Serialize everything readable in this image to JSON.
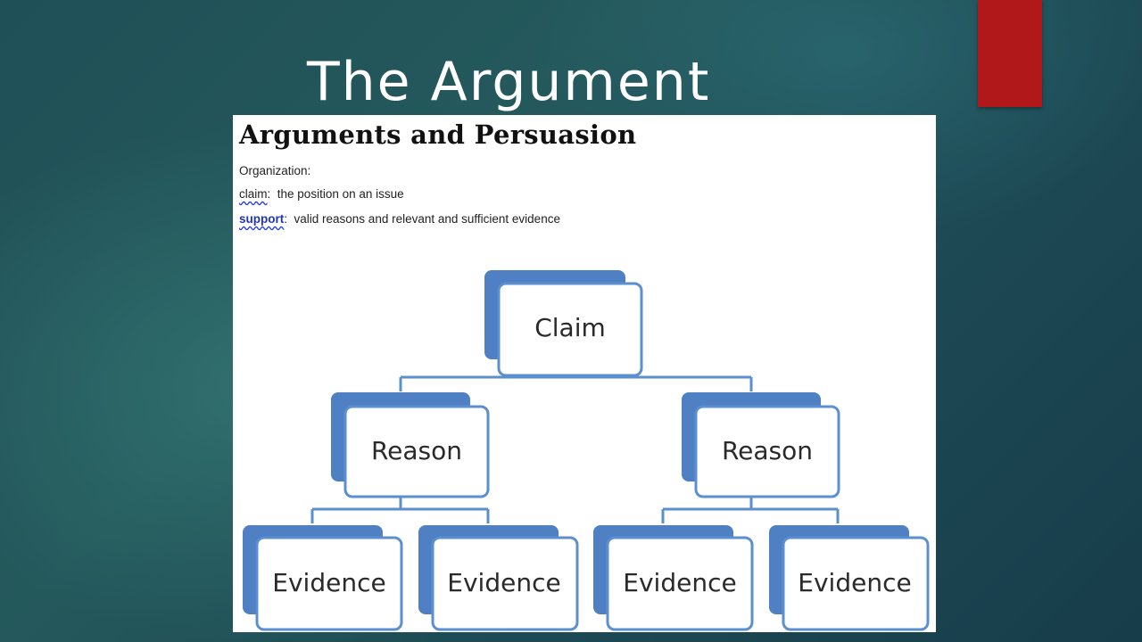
{
  "slide": {
    "title": "The Argument"
  },
  "document": {
    "heading": "Arguments and Persuasion",
    "organization_label": "Organization:",
    "claim_term": "claim",
    "claim_definition": "the position on an issue",
    "support_term": "support",
    "support_definition": "valid reasons and relevant and sufficient evidence"
  },
  "diagram": {
    "root": "Claim",
    "reasons": [
      "Reason",
      "Reason"
    ],
    "evidence": [
      "Evidence",
      "Evidence",
      "Evidence",
      "Evidence"
    ]
  },
  "colors": {
    "accent": "#b0181a",
    "node_shadow": "#4f80c4",
    "node_border": "#5b8fcf",
    "connector": "#5b8fcf"
  }
}
